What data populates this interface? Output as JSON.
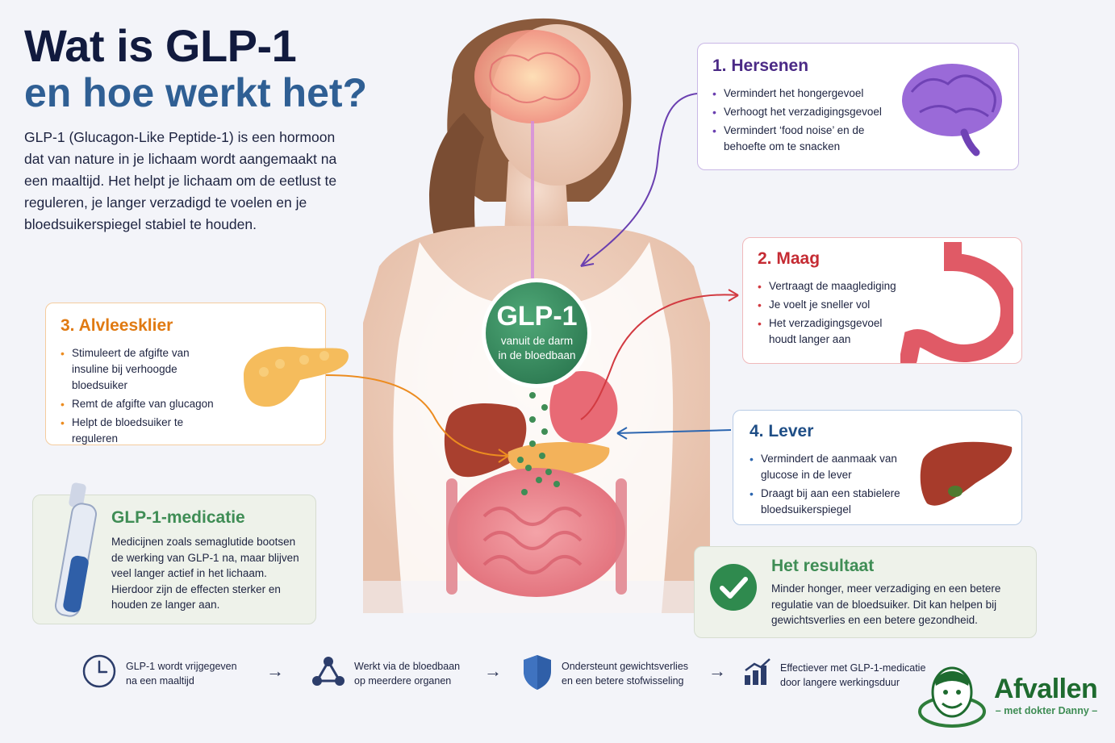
{
  "heading": {
    "line1": "Wat is GLP-1",
    "line2": "en hoe werkt het?"
  },
  "intro": "GLP-1 (Glucagon-Like Peptide-1) is een hormoon dat van nature in je lichaam wordt aangemaakt na een maaltijd. Het helpt je lichaam om de eetlust te reguleren, je langer verzadigd te voelen en je bloedsuikerspiegel stabiel te houden.",
  "center": {
    "title": "GLP-1",
    "sub1": "vanuit de darm",
    "sub2": "in de bloedbaan"
  },
  "cards": {
    "brain": {
      "title": "1. Hersenen",
      "items": [
        "Vermindert het hongergevoel",
        "Verhoogt het verzadigingsgevoel",
        "Vermindert ‘food noise’ en de behoefte om te snacken"
      ]
    },
    "stomach": {
      "title": "2. Maag",
      "items": [
        "Vertraagt de maaglediging",
        "Je voelt je sneller vol",
        "Het verzadigingsgevoel houdt langer aan"
      ]
    },
    "pancreas": {
      "title": "3. Alvleesklier",
      "items": [
        "Stimuleert de afgifte van insuline bij verhoogde bloedsuiker",
        "Remt de afgifte van glucagon",
        "Helpt de bloedsuiker te reguleren"
      ]
    },
    "liver": {
      "title": "4. Lever",
      "items": [
        "Vermindert de aanmaak van glucose in de lever",
        "Draagt bij aan een stabielere bloedsuikerspiegel"
      ]
    },
    "medication": {
      "title": "GLP-1-medicatie",
      "text": "Medicijnen zoals semaglutide bootsen de werking van GLP-1 na, maar blijven veel langer actief in het lichaam. Hierdoor zijn de effecten sterker en houden ze langer aan."
    },
    "result": {
      "title": "Het resultaat",
      "text": "Minder honger, meer verzadiging en een betere regulatie van de bloedsuiker. Dit kan helpen bij gewichtsverlies en een betere gezondheid."
    }
  },
  "steps": [
    {
      "line1": "GLP-1 wordt vrijgegeven",
      "line2": "na een maaltijd",
      "icon": "clock-icon"
    },
    {
      "line1": "Werkt via de bloedbaan",
      "line2": "op meerdere organen",
      "icon": "network-icon"
    },
    {
      "line1": "Ondersteunt gewichtsverlies",
      "line2": "en een betere stofwisseling",
      "icon": "shield-icon"
    },
    {
      "line1": "Effectiever met GLP-1-medicatie",
      "line2": "door langere werkingsduur",
      "icon": "bar-chart-icon"
    }
  ],
  "step_arrow": "→",
  "logo": {
    "name": "Afvallen",
    "tagline": "– met dokter Danny –"
  },
  "colors": {
    "brain": "#6a3fb0",
    "stomach": "#d23a41",
    "pancreas": "#ec8c20",
    "liver": "#2c66b0",
    "green": "#3f8d55",
    "navy": "#111a3e"
  }
}
